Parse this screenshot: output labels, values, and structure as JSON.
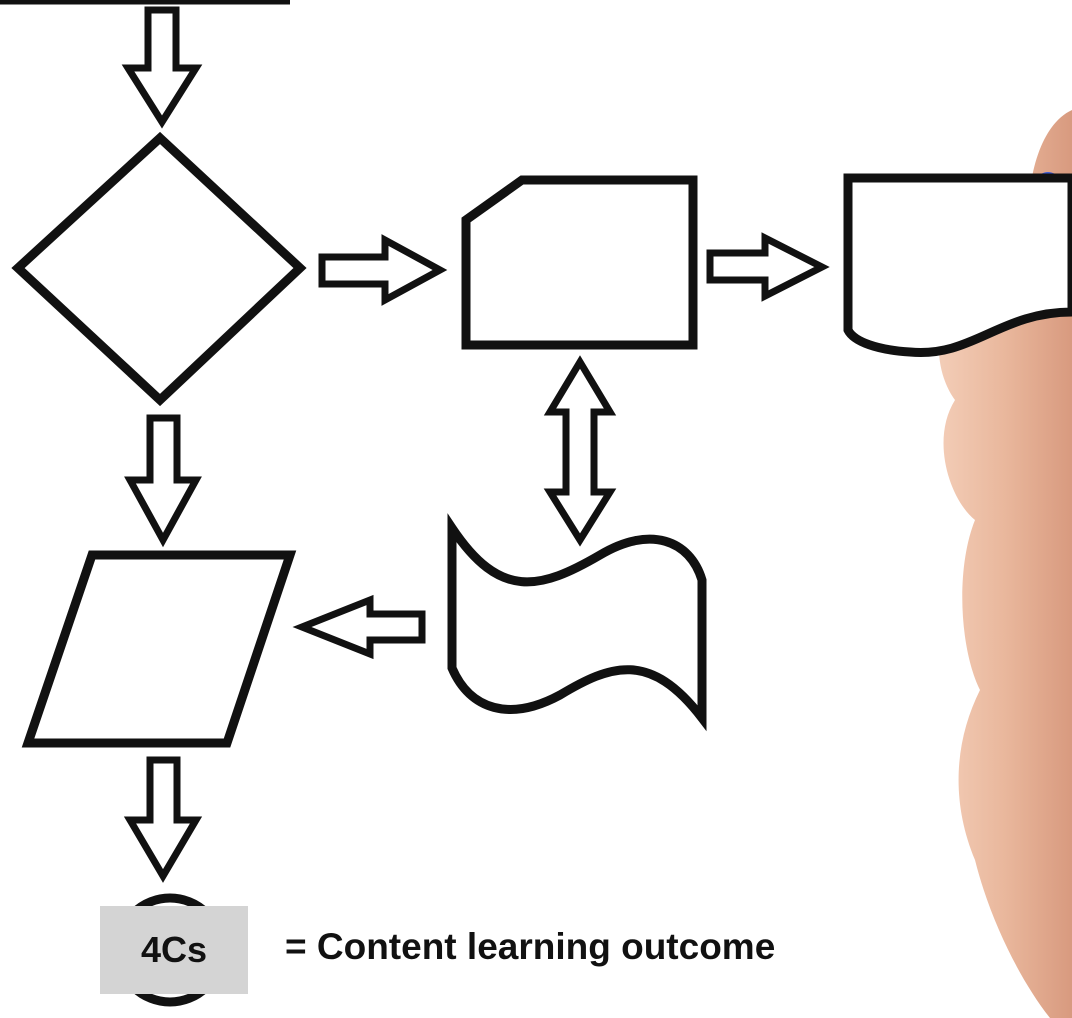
{
  "legend": {
    "badge": "4Cs",
    "caption": "= Content learning outcome"
  },
  "colors": {
    "outline": "#111111",
    "badge_background": "#d4d4d4",
    "background": "#ffffff",
    "skin": "#ecc0a8",
    "pen_tip": "#3b5bd6"
  },
  "shapes": [
    "decision-diamond",
    "manual-input-box",
    "document-shape",
    "input-output-parallelogram",
    "tape-shape",
    "terminator-circle"
  ]
}
